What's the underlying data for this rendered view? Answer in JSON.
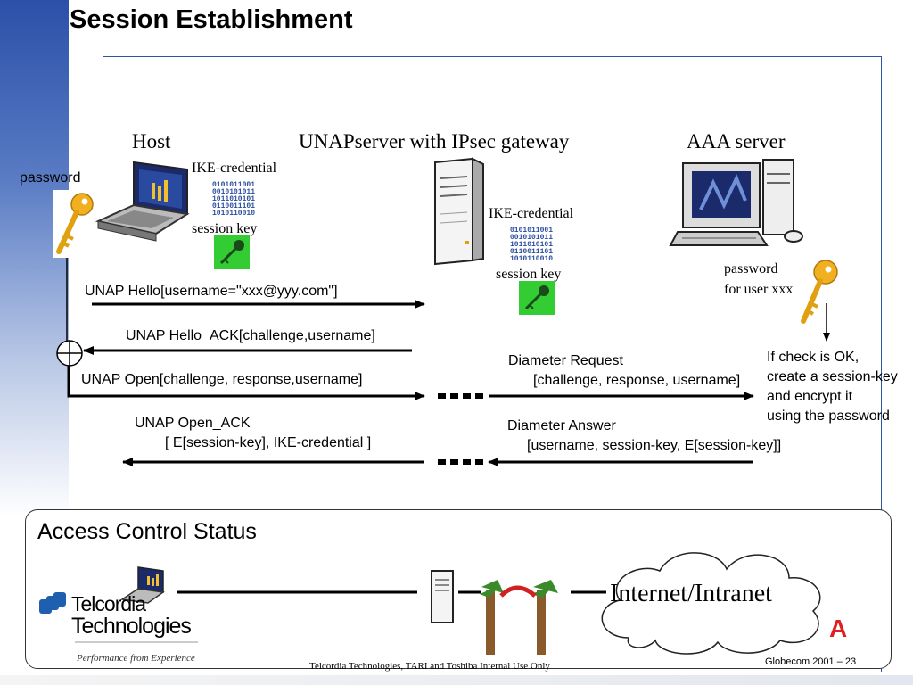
{
  "title": "Session Establishment",
  "entities": {
    "host": "Host",
    "unap_server": "UNAPserver with IPsec gateway",
    "aaa_server": "AAA server"
  },
  "labels": {
    "password": "password",
    "ike_credential_host": "IKE-credential",
    "session_key_host": "session key",
    "ike_credential_server": "IKE-credential",
    "session_key_server": "session key",
    "aaa_password_line1": "password",
    "aaa_password_line2": "for user xxx",
    "check_line1": "If check is OK,",
    "check_line2": "create a session-key",
    "check_line3": "and  encrypt it",
    "check_line4": "using the password"
  },
  "binary_text": [
    "0101011001",
    "0010101011",
    "1011010101",
    "0110011101",
    "1010110010"
  ],
  "messages": {
    "unap_hello": "UNAP Hello[username=\"xxx@yyy.com\"]",
    "unap_hello_ack": "UNAP Hello_ACK[challenge,username]",
    "unap_open": "UNAP Open[challenge, response,username]",
    "diameter_request_1": "Diameter Request",
    "diameter_request_2": "[challenge, response, username]",
    "unap_open_ack_1": "UNAP Open_ACK",
    "unap_open_ack_2": "[ E[session-key], IKE-credential ]",
    "diameter_answer_1": "Diameter Answer",
    "diameter_answer_2": "[username, session-key, E[session-key]]"
  },
  "access_control": {
    "title": "Access Control Status",
    "cloud_label": "Internet/Intranet"
  },
  "logo": {
    "line1": "Telcordia",
    "line2": "Technologies",
    "tagline": "Performance from Experience"
  },
  "footer": {
    "center": "Telcordia Technologies, TARI and Toshiba  Internal Use Only",
    "right": "Globecom 2001 – 23"
  },
  "colors": {
    "accent_blue": "#2e55a4",
    "key_gold": "#f0b020",
    "session_key_green": "#33cc33",
    "logo_blue": "#1f5fb0"
  }
}
